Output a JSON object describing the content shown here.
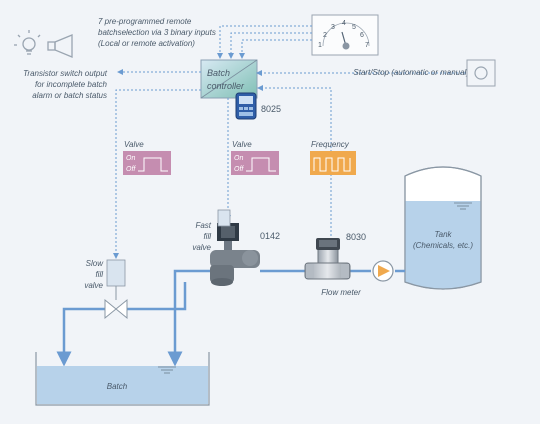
{
  "remote_inputs_note": {
    "line1": "7 pre-programmed remote",
    "line2": "batchselection via 3 binary inputs",
    "line3": "(Local or remote activation)"
  },
  "selector_dial": {
    "digits": [
      "1",
      "2",
      "3",
      "4",
      "5",
      "6",
      "7"
    ]
  },
  "transistor_note": {
    "line1": "Transistor switch output",
    "line2": "for incomplete batch",
    "line3": "alarm or batch status"
  },
  "start_stop_label": "Start/Stop (automatic or manual)",
  "batch_controller": {
    "line1": "Batch",
    "line2": "controller",
    "model": "8025"
  },
  "signals": {
    "valve_left": {
      "title": "Valve",
      "on": "On",
      "off": "Off"
    },
    "valve_center": {
      "title": "Valve",
      "on": "On",
      "off": "Off"
    },
    "frequency": {
      "title": "Frequency"
    }
  },
  "fast_fill_valve": {
    "line1": "Fast",
    "line2": "fill",
    "line3": "valve",
    "model": "0142"
  },
  "slow_fill_valve": {
    "line1": "Slow",
    "line2": "fill",
    "line3": "valve"
  },
  "flow_meter": {
    "label": "Flow meter",
    "model": "8030"
  },
  "tank": {
    "line1": "Tank",
    "line2": "(Chemicals, etc.)"
  },
  "batch_vessel": {
    "label": "Batch"
  },
  "colors": {
    "pipe": "#6b9bd1",
    "signal_line": "#6b9bd1",
    "valve_signal": "#c58db0",
    "frequency_signal": "#f0a94d",
    "controller": "#8fc6bf",
    "liquid": "#b7d2ea",
    "outline": "#7b8a99"
  }
}
